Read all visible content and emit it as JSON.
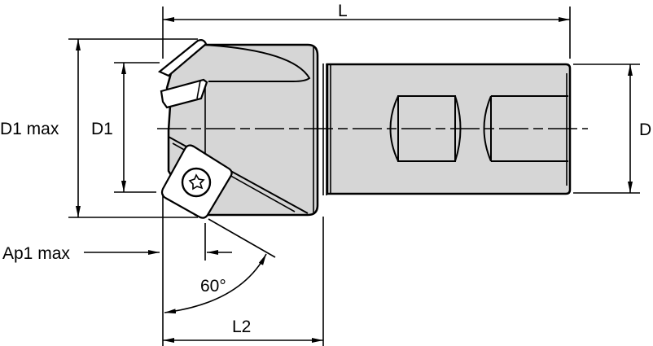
{
  "drawing": {
    "title": "Chamfer milling cutter dimension drawing",
    "colors": {
      "body": "#d6d6d6",
      "line": "#000000",
      "insert": "#ffffff",
      "background": "#ffffff"
    },
    "labels": {
      "overall_length": "L",
      "max_cutting_diameter": "D1 max",
      "cutting_diameter": "D1",
      "shank_diameter": "D",
      "max_depth_of_cut": "Ap1 max",
      "chamfer_angle": "60°",
      "head_length": "L2"
    },
    "icons": {
      "torx-screw": "torx-screw-icon",
      "arrowhead": "arrowhead-icon"
    }
  }
}
